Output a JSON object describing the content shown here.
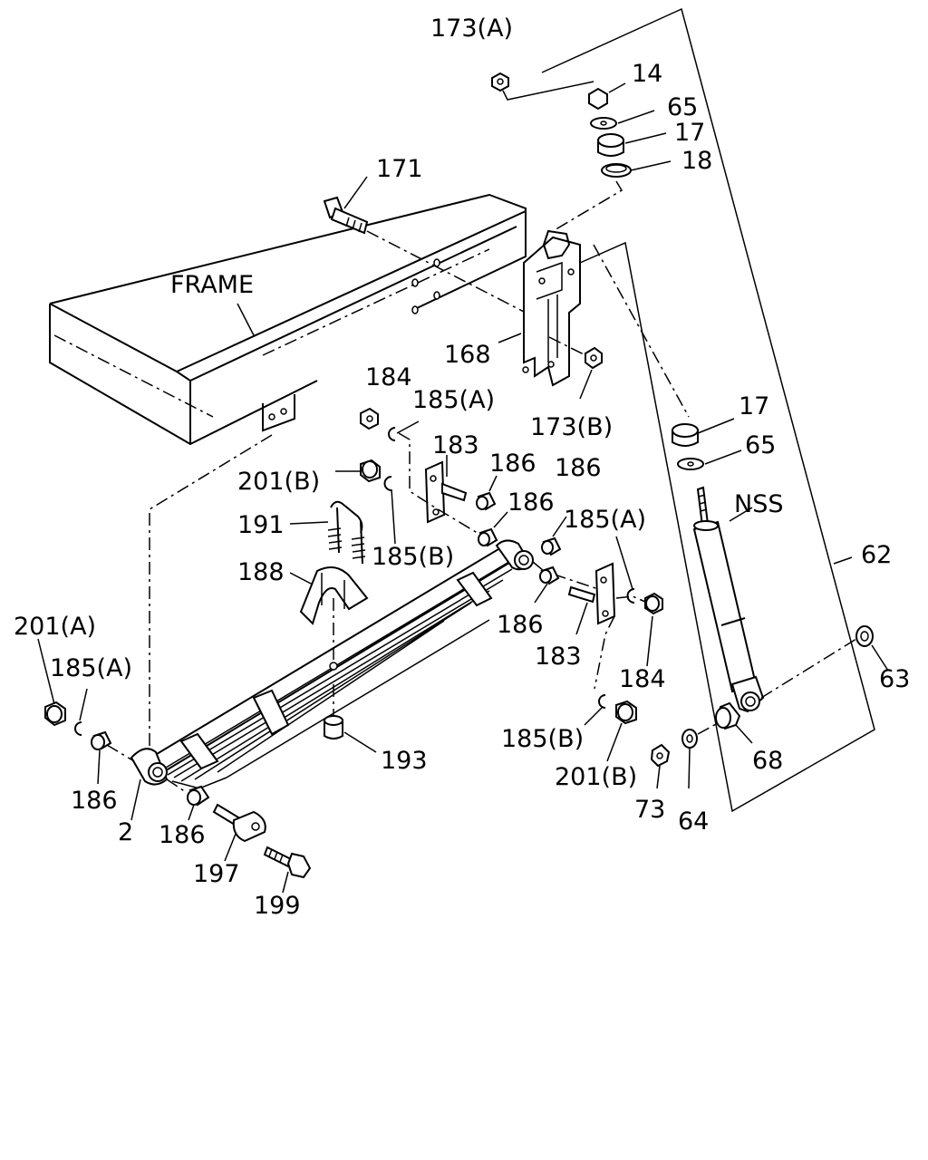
{
  "labels": {
    "p173a": "173(A)",
    "p14": "14",
    "p65_top": "65",
    "p17_top": "17",
    "p18": "18",
    "p171": "171",
    "frame": "FRAME",
    "p168": "168",
    "p184_left": "184",
    "p185a_mid": "185(A)",
    "p173b": "173(B)",
    "p17_mid": "17",
    "p65_mid": "65",
    "p183_upper": "183",
    "p186_a": "186",
    "p186_b": "186",
    "p201b_left": "201(B)",
    "p186_c": "186",
    "nss": "NSS",
    "p191": "191",
    "p185b_mid": "185(B)",
    "p185a_right": "185(A)",
    "p62": "62",
    "p188": "188",
    "p201a": "201(A)",
    "p186_d": "186",
    "p183_lower": "183",
    "p184_right": "184",
    "p63": "63",
    "p185a_left": "185(A)",
    "p185b_lower": "185(B)",
    "p193": "193",
    "p68": "68",
    "p201b_lower": "201(B)",
    "p186_left": "186",
    "p2": "2",
    "p186_bottom": "186",
    "p73": "73",
    "p64": "64",
    "p197": "197",
    "p199": "199"
  }
}
